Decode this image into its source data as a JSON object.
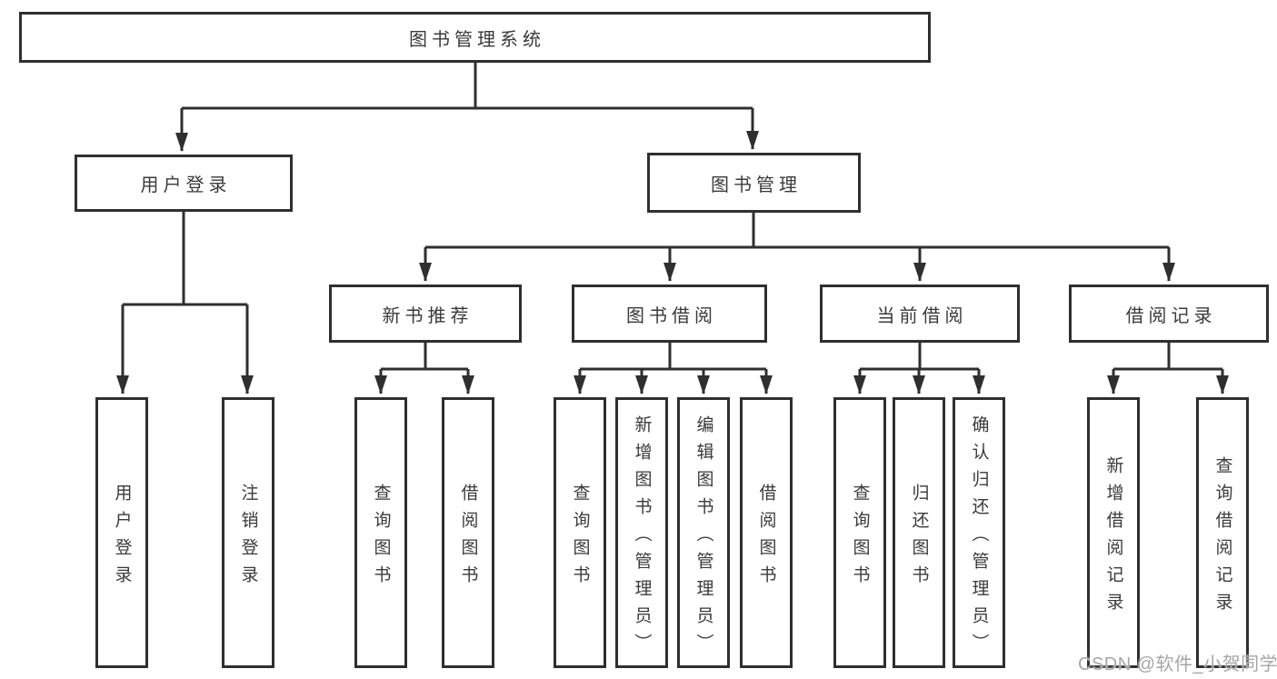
{
  "diagram": {
    "title_box": {
      "label": "图书管理系统"
    },
    "branches": {
      "user_login": {
        "label": "用户登录",
        "children": [
          {
            "label": "用户登录"
          },
          {
            "label": "注销登录"
          }
        ]
      },
      "book_management": {
        "label": "图书管理",
        "sections": [
          {
            "label": "新书推荐",
            "children": [
              {
                "label": "查询图书"
              },
              {
                "label": "借阅图书"
              }
            ]
          },
          {
            "label": "图书借阅",
            "children": [
              {
                "label": "查询图书"
              },
              {
                "label": "新增图书（管理员）"
              },
              {
                "label": "编辑图书（管理员）"
              },
              {
                "label": "借阅图书"
              }
            ]
          },
          {
            "label": "当前借阅",
            "children": [
              {
                "label": "查询图书"
              },
              {
                "label": "归还图书"
              },
              {
                "label": "确认归还（管理员）"
              }
            ]
          },
          {
            "label": "借阅记录",
            "children": [
              {
                "label": "新增借阅记录"
              },
              {
                "label": "查询借阅记录"
              }
            ]
          }
        ]
      }
    },
    "watermark": {
      "text": "CSDN @软件_小贺同学"
    },
    "colors": {
      "line": "#2f2f2f",
      "box_border": "#2f2f2f",
      "text": "#3a3a3a",
      "watermark": "#a6a6a6",
      "background": "#ffffff"
    }
  }
}
